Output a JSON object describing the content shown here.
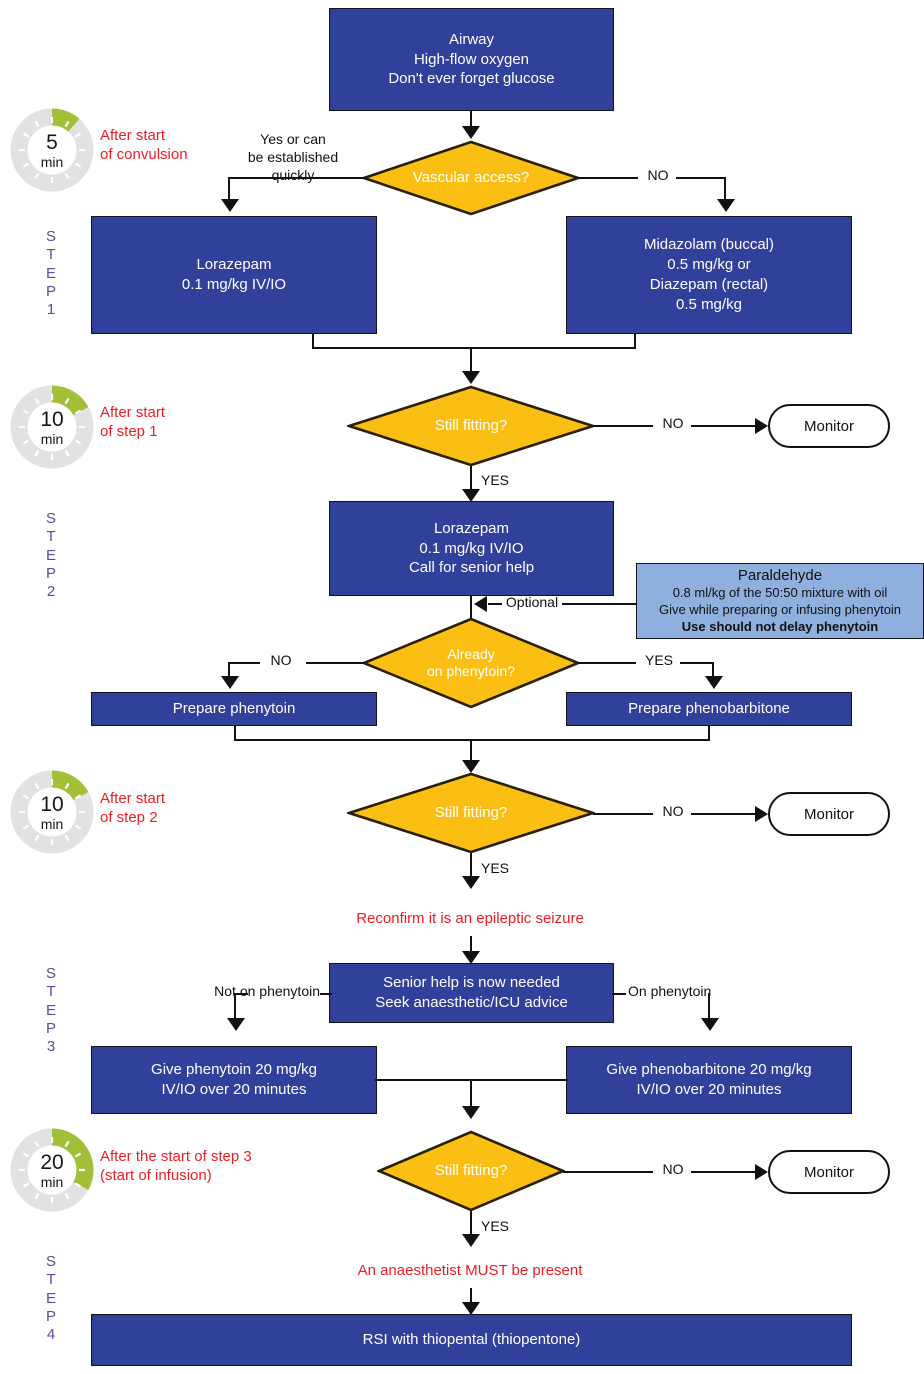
{
  "meta": {
    "title": "Convulsive status epilepticus treatment algorithm",
    "colors": {
      "box_blue": "#31409A",
      "diamond_yellow": "#FBBF13",
      "note_blue": "#8FB0DF",
      "red_text": "#ED1C24",
      "step_purple": "#5B4C9E",
      "timer_green": "#A0C council",
      "timer_grey": "#E0E0E0",
      "line_black": "#111111"
    }
  },
  "timers": [
    {
      "value": "5",
      "unit": "min",
      "fraction": 0.115,
      "note": "After start\nof convulsion"
    },
    {
      "value": "10",
      "unit": "min",
      "fraction": 0.17,
      "note": "After start\nof step 1"
    },
    {
      "value": "10",
      "unit": "min",
      "fraction": 0.17,
      "note": "After start\nof step 2"
    },
    {
      "value": "20",
      "unit": "min",
      "fraction": 0.33,
      "note": "After the start of step 3\n(start of infusion)"
    }
  ],
  "steps": [
    {
      "label": "S\nT\nE\nP\n1"
    },
    {
      "label": "S\nT\nE\nP\n2"
    },
    {
      "label": "S\nT\nE\nP\n3"
    },
    {
      "label": "S\nT\nE\nP\n4"
    }
  ],
  "boxes": {
    "airway": "Airway\nHigh-flow oxygen\nDon't ever forget glucose",
    "lorazepam_1": "Lorazepam\n0.1 mg/kg IV/IO",
    "midazolam": "Midazolam (buccal)\n0.5 mg/kg or\nDiazepam (rectal)\n0.5 mg/kg",
    "lorazepam_2": "Lorazepam\n0.1 mg/kg IV/IO\nCall for senior help",
    "prepare_phenytoin": "Prepare phenytoin",
    "prepare_phenobarbitone": "Prepare phenobarbitone",
    "senior_help": "Senior help is now needed\nSeek anaesthetic/ICU advice",
    "give_phenytoin": "Give phenytoin 20 mg/kg\nIV/IO over 20 minutes",
    "give_phenobarbitone": "Give phenobarbitone 20 mg/kg\nIV/IO over 20 minutes",
    "rsi": "RSI with thiopental (thiopentone)"
  },
  "paraldehyde": {
    "title": "Paraldehyde",
    "line2": "0.8 ml/kg  of the 50:50 mixture with oil",
    "line3": "Give while preparing or infusing phenytoin",
    "line4": "Use should not delay phenytoin"
  },
  "diamonds": {
    "vascular_access": "Vascular access?",
    "still_fitting_1": "Still fitting?",
    "already_on_phenytoin": "Already\non phenytoin?",
    "still_fitting_2": "Still fitting?",
    "still_fitting_3": "Still fitting?"
  },
  "terminators": {
    "monitor_1": "Monitor",
    "monitor_2": "Monitor",
    "monitor_3": "Monitor"
  },
  "connector_labels": {
    "yes_or_can": "Yes or can\nbe established\nquickly",
    "no_vascular": "NO",
    "no_fitting_1": "NO",
    "yes_fitting_1": "YES",
    "optional": "Optional",
    "no_phenytoin": "NO",
    "yes_phenytoin": "YES",
    "no_fitting_2": "NO",
    "yes_fitting_2": "YES",
    "not_on_phenytoin": "Not on phenytoin",
    "on_phenytoin": "On phenytoin",
    "no_fitting_3": "NO",
    "yes_fitting_3": "YES"
  },
  "red_notes": {
    "reconfirm": "Reconfirm it is an epileptic seizure",
    "anaesthetist": "An anaesthetist MUST be present"
  }
}
